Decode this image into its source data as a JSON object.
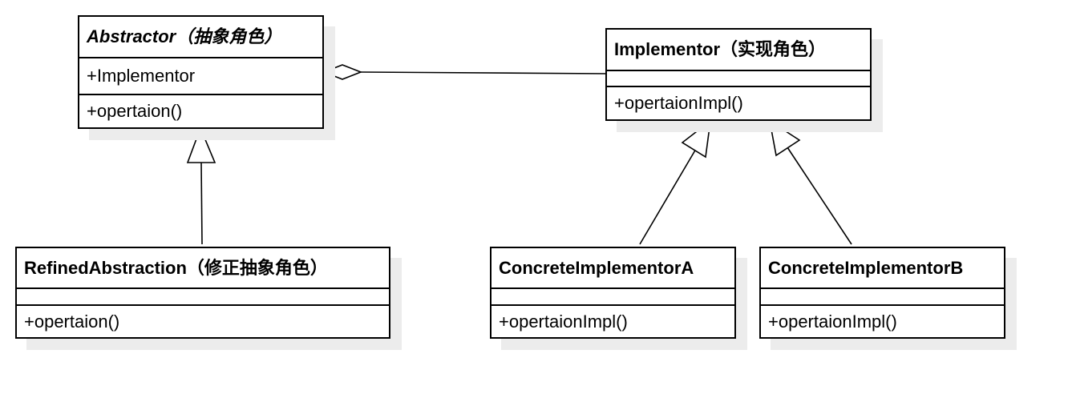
{
  "classes": {
    "abstractor": {
      "name": "Abstractor（抽象角色）",
      "attribute": "+Implementor",
      "operation": "+opertaion()"
    },
    "implementor": {
      "name": "Implementor（实现角色）",
      "attribute": "",
      "operation": "+opertaionImpl()"
    },
    "refined_abstraction": {
      "name": "RefinedAbstraction（修正抽象角色）",
      "attribute": "",
      "operation": "+opertaion()"
    },
    "concrete_implementor_a": {
      "name": "ConcreteImplementorA",
      "attribute": "",
      "operation": "+opertaionImpl()"
    },
    "concrete_implementor_b": {
      "name": "ConcreteImplementorB",
      "attribute": "",
      "operation": "+opertaionImpl()"
    }
  },
  "relationships": [
    {
      "type": "aggregation",
      "whole": "Abstractor（抽象角色）",
      "part": "Implementor（实现角色）"
    },
    {
      "type": "generalization",
      "child": "RefinedAbstraction（修正抽象角色）",
      "parent": "Abstractor（抽象角色）"
    },
    {
      "type": "generalization",
      "child": "ConcreteImplementorA",
      "parent": "Implementor（实现角色）"
    },
    {
      "type": "generalization",
      "child": "ConcreteImplementorB",
      "parent": "Implementor（实现角色）"
    }
  ]
}
